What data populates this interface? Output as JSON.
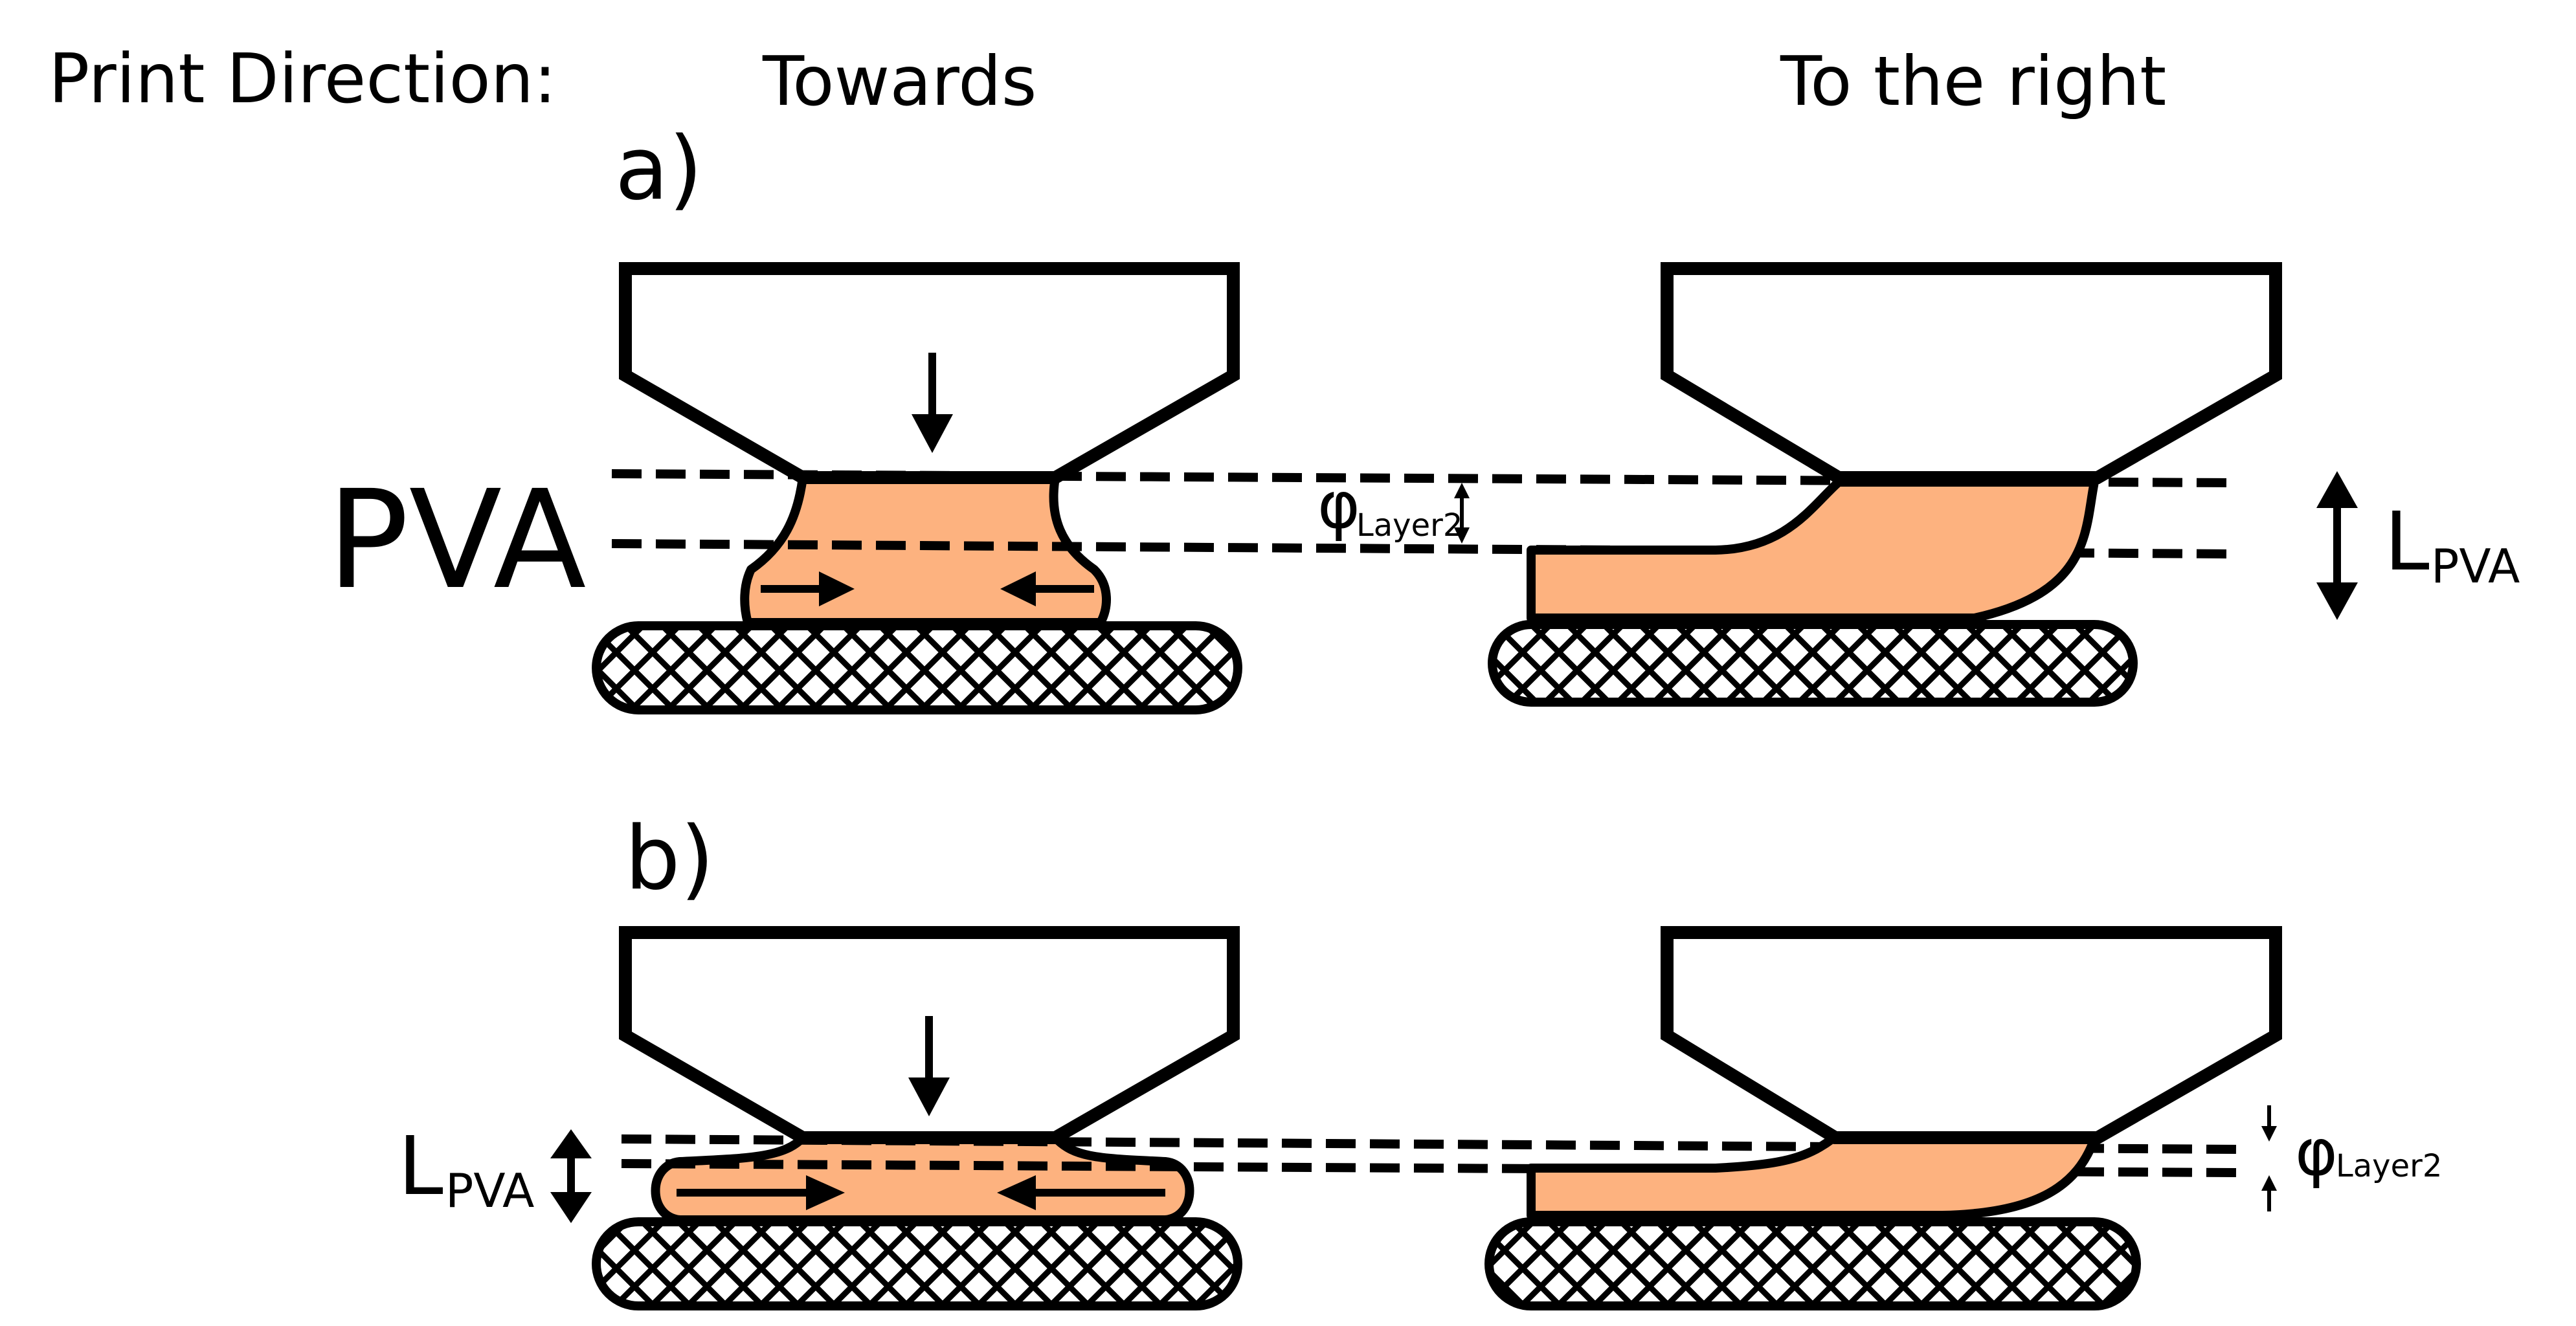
{
  "header": {
    "print_direction_label": "Print Direction:",
    "column_left": "Towards",
    "column_right": "To the right"
  },
  "panels": [
    {
      "id": "a",
      "label": "a)",
      "material": "PVA"
    },
    {
      "id": "b",
      "label": "b)",
      "material": ""
    }
  ],
  "annotations": {
    "phi_symbol": "φ",
    "phi_subscript": "Layer2",
    "l_symbol": "L",
    "l_subscript": "PVA"
  },
  "colors": {
    "pva_fill": "#fdb27f",
    "outline": "#000000",
    "background": "#ffffff"
  }
}
